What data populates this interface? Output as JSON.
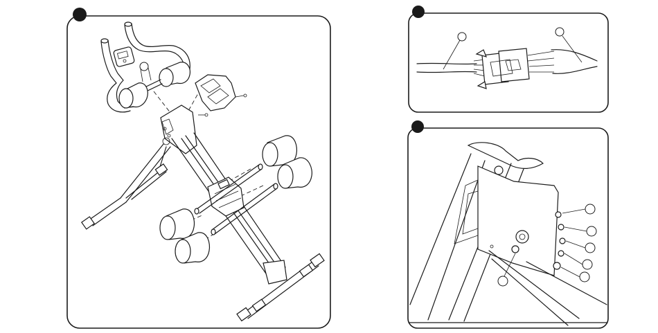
{
  "colors": {
    "line": "#1a1a1a",
    "background": "#ffffff"
  },
  "panels": [
    {
      "id": "main-assembly",
      "step_marker": "filled-circle"
    },
    {
      "id": "cable-connector",
      "step_marker": "filled-circle",
      "callouts": 2
    },
    {
      "id": "adjustment-holes",
      "step_marker": "filled-circle",
      "callouts": 6
    }
  ],
  "callout_labels": []
}
